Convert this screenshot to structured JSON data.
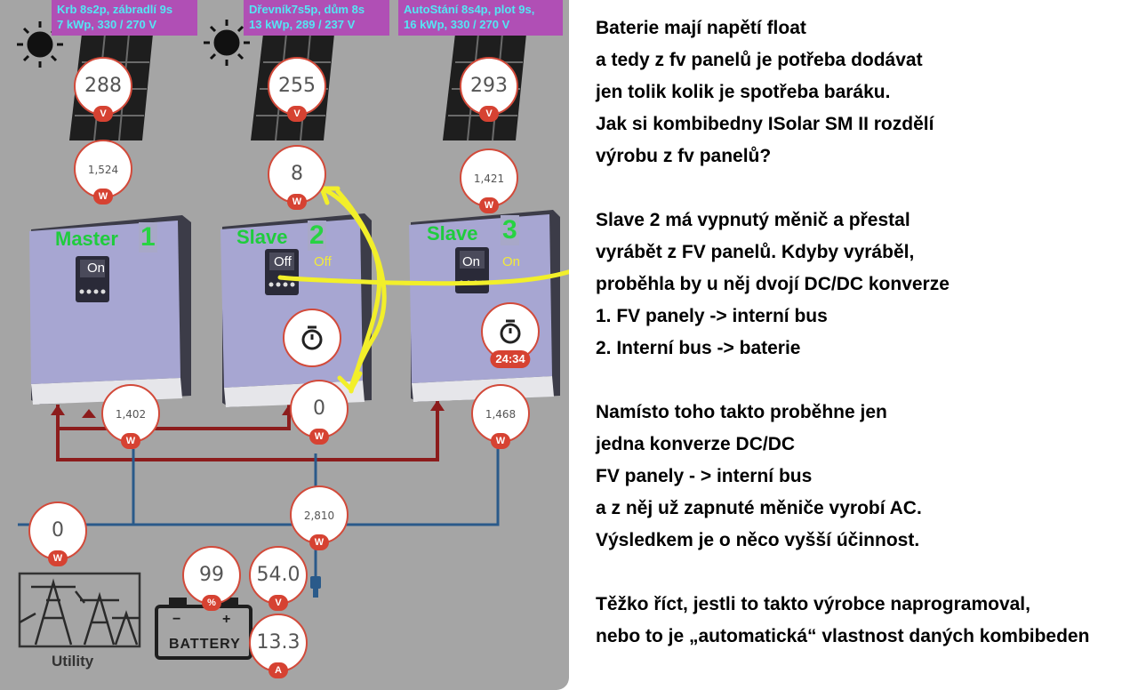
{
  "arrays": [
    {
      "label_line1": "Krb 8s2p, zábradlí 9s",
      "label_line2": "7 kWp, 330 / 270 V",
      "pv_voltage": "288",
      "pv_power": "1,524"
    },
    {
      "label_line1": "Dřevník7s5p, dům 8s",
      "label_line2": "13 kWp, 289 / 237 V",
      "pv_voltage": "255",
      "pv_power": "8"
    },
    {
      "label_line1": "AutoStání 8s4p, plot 9s,",
      "label_line2": "16 kWp, 330 / 270 V",
      "pv_voltage": "293",
      "pv_power": "1,421"
    }
  ],
  "inverters": [
    {
      "name": "Master",
      "number": "1",
      "screen_state": "On",
      "status": "",
      "timer": "",
      "output_power": "1,402"
    },
    {
      "name": "Slave",
      "number": "2",
      "screen_state": "Off",
      "status": "Off",
      "timer": "",
      "output_power": "0"
    },
    {
      "name": "Slave",
      "number": "3",
      "screen_state": "On",
      "status": "On",
      "timer": "24:34",
      "output_power": "1,468"
    }
  ],
  "units": {
    "volt": "V",
    "watt": "W",
    "percent": "%",
    "amp": "A"
  },
  "load_power": "2,810",
  "utility": {
    "power": "0",
    "label": "Utility"
  },
  "battery": {
    "soc": "99",
    "voltage": "54.0",
    "current": "13.3",
    "label": "BATTERY"
  },
  "colors": {
    "panel_bg": "#a5a5a5",
    "label_bg": "#b04fb5",
    "label_text": "#54e6f4",
    "gauge_border": "#d24a3a",
    "unit_badge": "#d64232",
    "ac_line": "#8c1c1c",
    "dc_line": "#2a5a8a",
    "arrow": "#f2ef2a",
    "inverter_name": "#1fcc3d"
  },
  "icons": {
    "sun": "sun-icon",
    "solar_panel": "solar-panel-icon",
    "inverter": "inverter-icon",
    "timer": "stopwatch-icon",
    "pylon": "power-pylon-icon",
    "battery": "battery-icon",
    "plug": "plug-icon"
  },
  "text_lines": [
    "Baterie mají napětí float",
    "a tedy z fv panelů je potřeba dodávat",
    "jen tolik kolik je spotřeba baráku.",
    "Jak si kombibedny ISolar SM II rozdělí",
    "výrobu z fv  panelů?",
    "",
    "Slave 2 má vypnutý měnič a přestal",
    "vyrábět z FV panelů. Kdyby vyráběl,",
    "proběhla by u něj dvojí DC/DC konverze",
    "1. FV panely -> interní bus",
    "2. Interní bus -> baterie",
    "",
    "Namísto toho takto proběhne jen",
    "jedna konverze DC/DC",
    "FV panely - > interní bus",
    "a z něj už zapnuté měniče vyrobí AC.",
    "Výsledkem je o něco vyšší účinnost.",
    "",
    "Těžko říct, jestli to takto výrobce naprogramoval,",
    "nebo to je „automatická“ vlastnost daných kombibeden"
  ]
}
